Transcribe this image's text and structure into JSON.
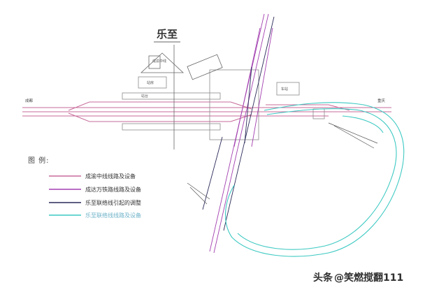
{
  "title": "乐至",
  "stations": {
    "left": "成都",
    "right": "重庆"
  },
  "annotations": {
    "top_box": "成渝中线",
    "station_box_1": "站房",
    "station_box_2": "站台",
    "right_box": "车站"
  },
  "legend": {
    "heading": "图 例:",
    "items": [
      {
        "label": "成渝中线线路及设备",
        "color": "#c76b9a"
      },
      {
        "label": "成达万铁路线路及设备",
        "color": "#a33fb0"
      },
      {
        "label": "乐至联络线引起的调整",
        "color": "#2a2a5a"
      },
      {
        "label": "乐至联络线线路及设备",
        "color": "#3cc9c2"
      }
    ]
  },
  "watermark": {
    "prefix": "头条",
    "handle": "@笑燃搅翻111"
  },
  "colors": {
    "main_line": "#c76b9a",
    "dawan_line": "#a33fb0",
    "adjust_line": "#2a2a5a",
    "link_line": "#3cc9c2",
    "frame": "#8a8a8a"
  }
}
